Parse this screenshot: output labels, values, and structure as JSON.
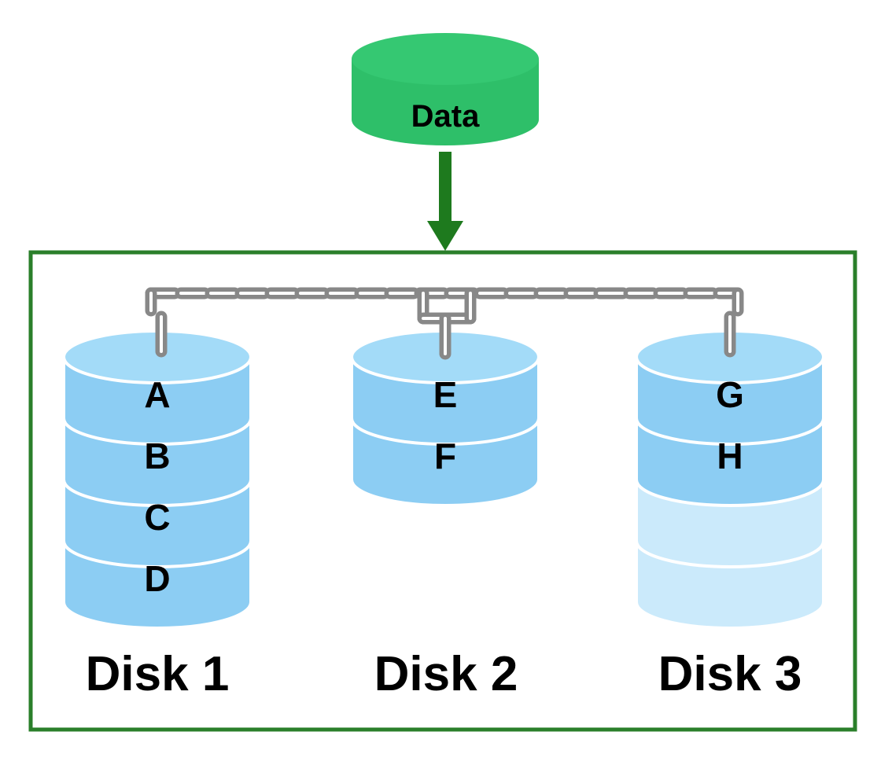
{
  "source": {
    "label": "Data"
  },
  "disks": [
    {
      "title": "Disk 1",
      "segments": [
        "A",
        "B",
        "C",
        "D"
      ],
      "empty_segments": 0
    },
    {
      "title": "Disk 2",
      "segments": [
        "E",
        "F"
      ],
      "empty_segments": 0
    },
    {
      "title": "Disk 3",
      "segments": [
        "G",
        "H"
      ],
      "empty_segments": 2
    }
  ],
  "colors": {
    "source_fill": "#2ebf69",
    "source_top": "#35c872",
    "arrow": "#1e7a1e",
    "frame": "#2a7f2a",
    "disk_side": "#8ccdf3",
    "disk_top": "#a3dbf8",
    "disk_empty_side": "#cbeafb",
    "disk_empty_top": "#d8f0fd",
    "chain": "#888888"
  }
}
